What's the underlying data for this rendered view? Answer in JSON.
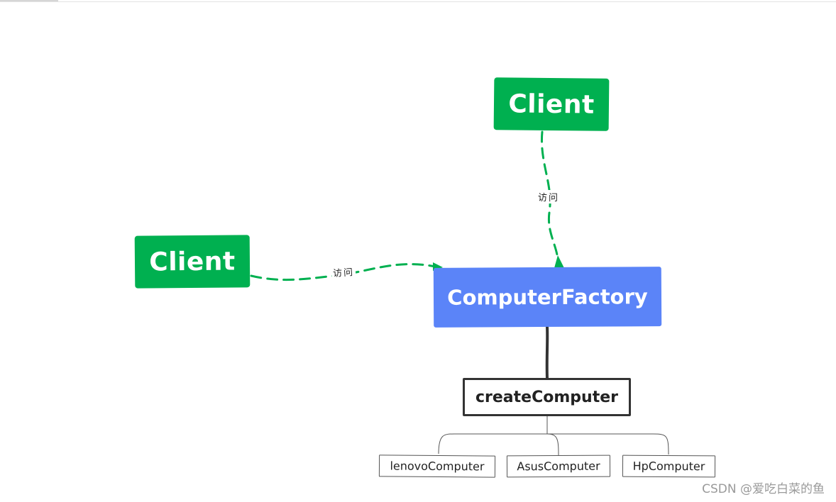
{
  "diagram": {
    "nodes": {
      "client_top": "Client",
      "client_left": "Client",
      "factory": "ComputerFactory",
      "method": "createComputer",
      "products": [
        "lenovoComputer",
        "AsusComputer",
        "HpComputer"
      ]
    },
    "edge_labels": {
      "top_to_factory": "访问",
      "left_to_factory": "访问"
    },
    "colors": {
      "client": "#00b050",
      "factory": "#5b84f8",
      "dashed_edge": "#00b050",
      "tree_edge": "#333333"
    }
  },
  "watermark": "CSDN @爱吃白菜的鱼"
}
